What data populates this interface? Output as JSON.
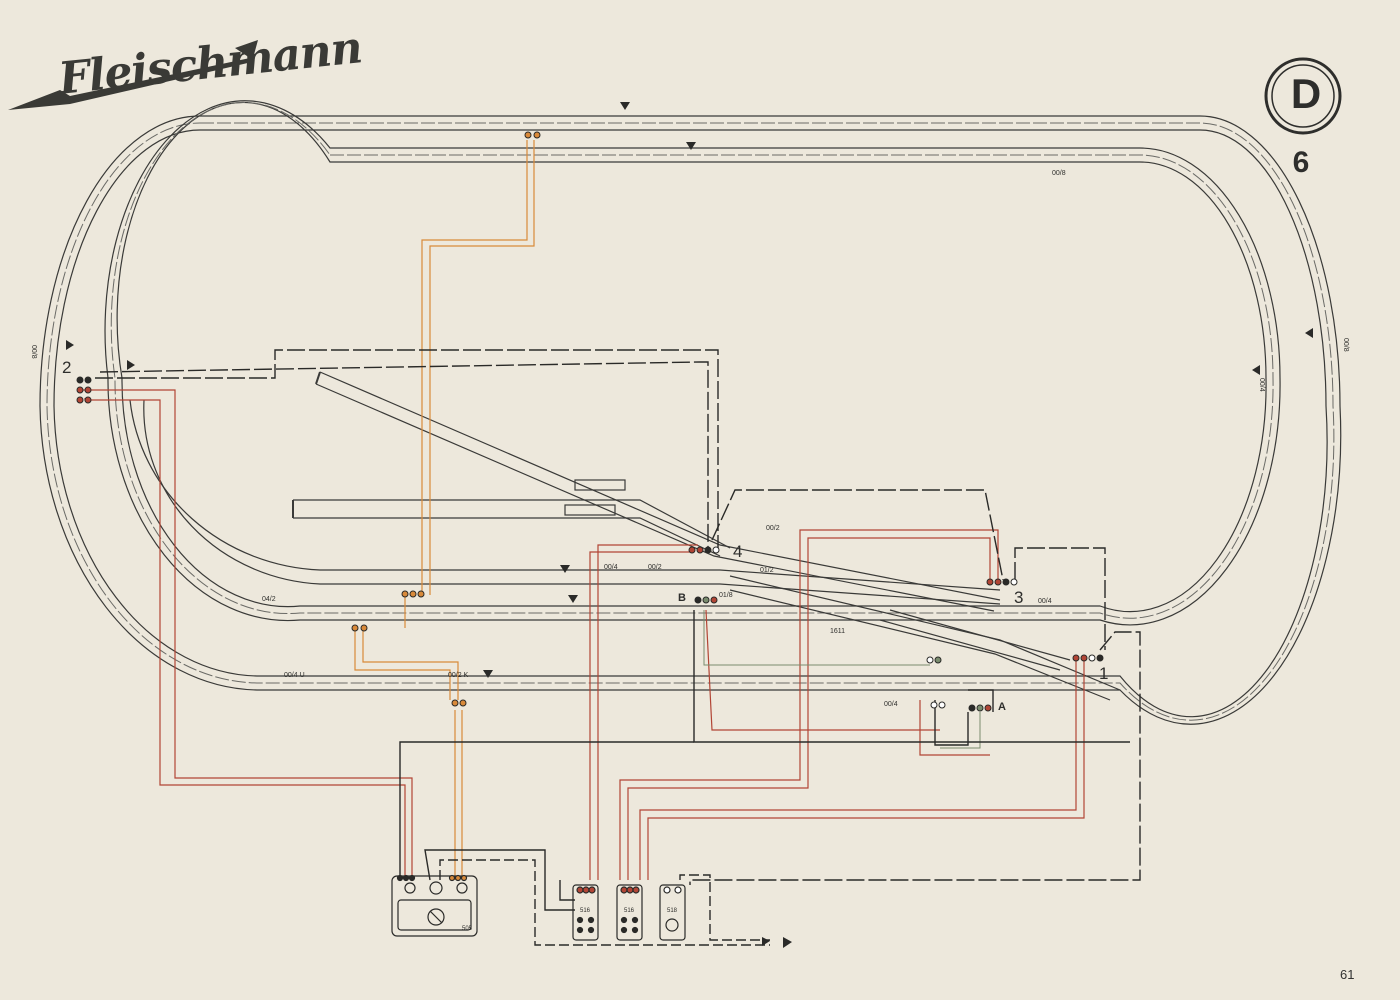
{
  "brand": {
    "logo_text": "Fleischmann"
  },
  "plan_badge": {
    "letter": "D",
    "number": "6"
  },
  "page_number": "61",
  "track_labels": [
    "00/8",
    "00/8",
    "00/8",
    "00/4",
    "04/2",
    "00/4",
    "00/2",
    "01/8",
    "01/2",
    "00/2",
    "00/4",
    "1611",
    "00/4 U",
    "00/2 K",
    "00/4"
  ],
  "point_numbers": [
    "1",
    "2",
    "3",
    "4"
  ],
  "section_letters": [
    "A",
    "B"
  ],
  "devices": [
    "516",
    "516",
    "518",
    "505"
  ],
  "colors": {
    "background": "#ede8dc",
    "track": "#3a3a38",
    "wire_black": "#2a2a28",
    "wire_orange": "#d98a3a",
    "wire_red": "#b24535",
    "wire_green": "#7a8c6e"
  }
}
